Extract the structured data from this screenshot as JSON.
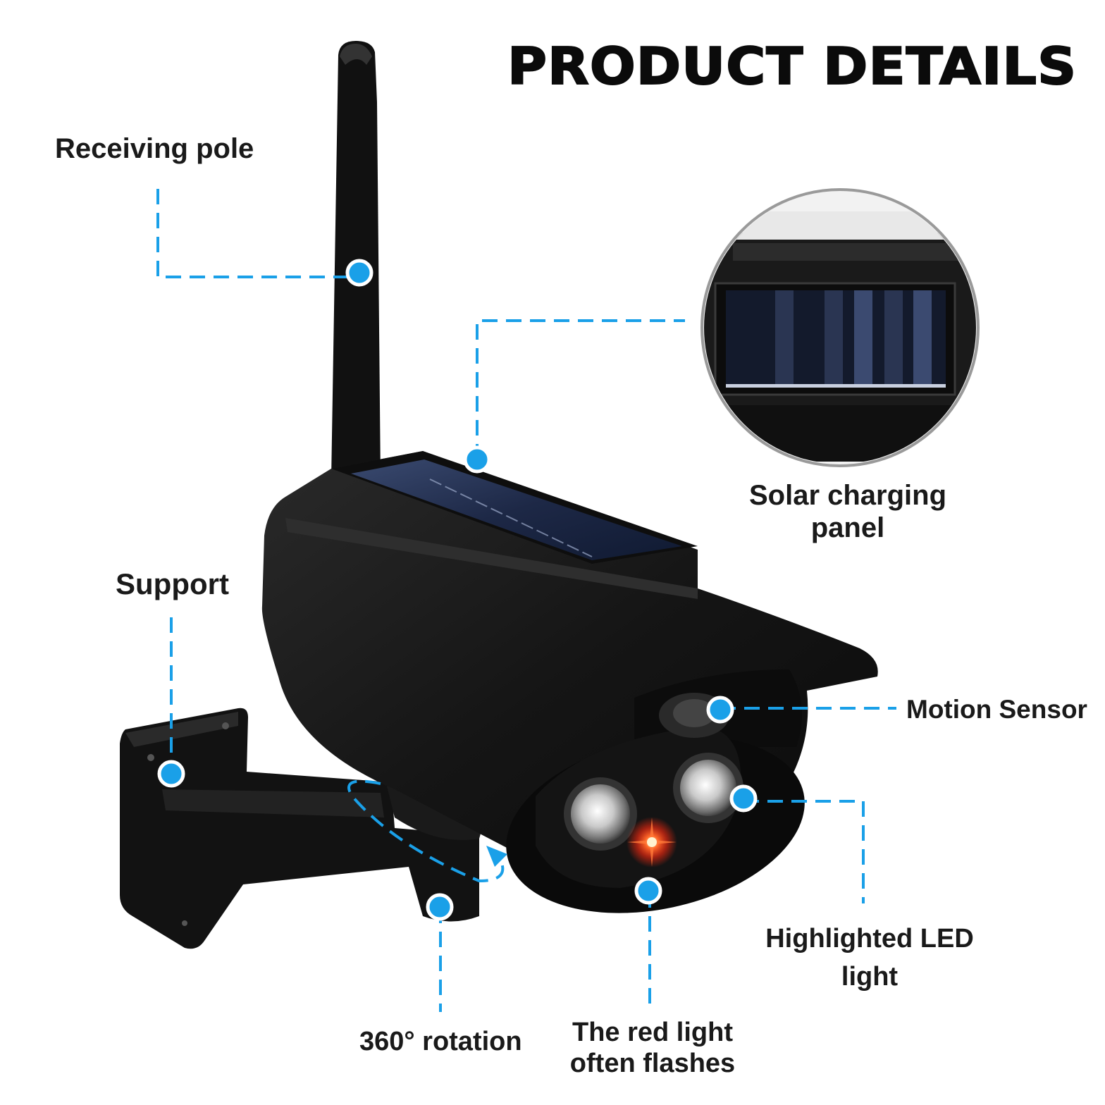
{
  "title": "PRODUCT DETAILS",
  "colors": {
    "accent": "#1aa0e8",
    "camera_body": "#141414",
    "solar_panel": "#1f2c4c",
    "red_light": "#ff3a1e"
  },
  "labels": {
    "receiving_pole": "Receiving pole",
    "solar_panel": {
      "line1": "Solar charging",
      "line2": "panel"
    },
    "support": "Support",
    "motion_sensor": "Motion Sensor",
    "led_light": {
      "line1": "Highlighted LED",
      "line2": "light"
    },
    "rotation": "360° rotation",
    "red_light": {
      "line1": "The red light",
      "line2": "often flashes"
    }
  }
}
